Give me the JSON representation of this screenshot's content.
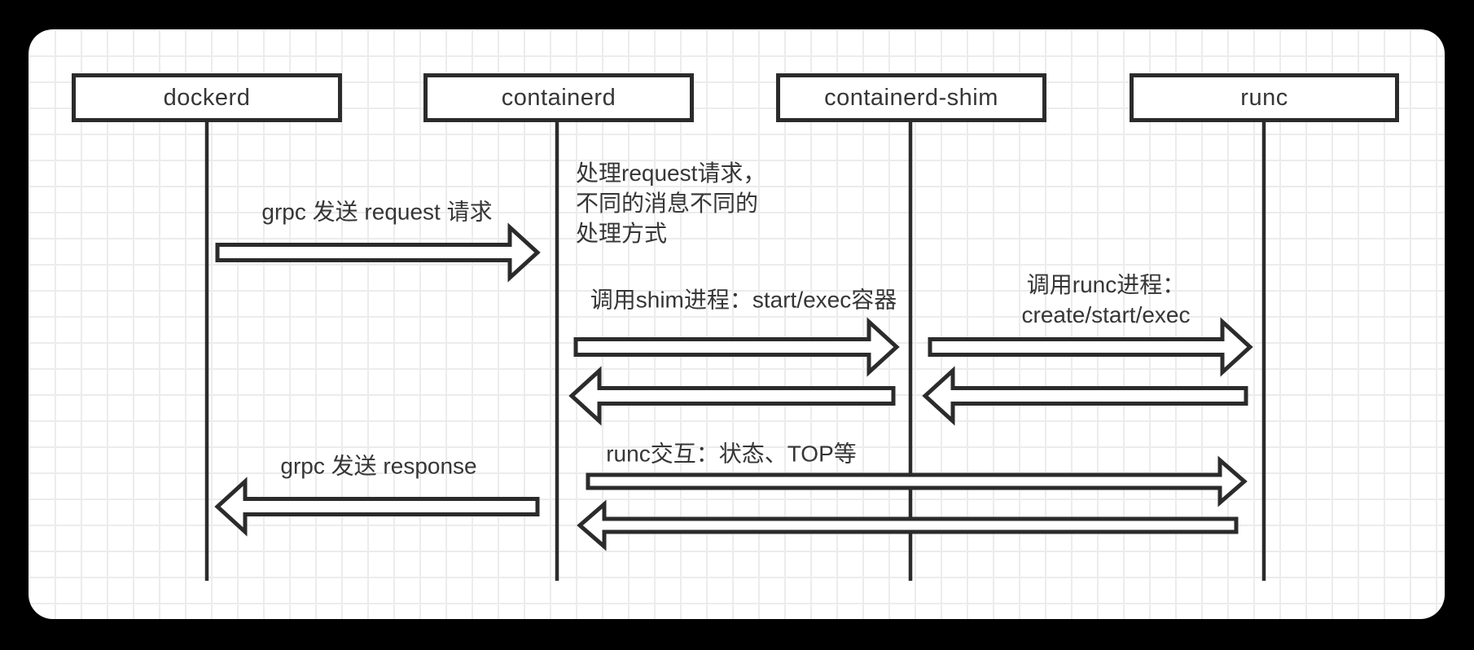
{
  "colors": {
    "background": "#000000",
    "canvas": "#ffffff",
    "grid": "#ececec",
    "stroke": "#2b2b2b",
    "text": "#363636"
  },
  "actors": [
    {
      "label": "dockerd"
    },
    {
      "label": "containerd"
    },
    {
      "label": "containerd-shim"
    },
    {
      "label": "runc"
    }
  ],
  "labels": {
    "request": "grpc 发送 request 请求",
    "note_line1": "处理request请求，",
    "note_line2": "不同的消息不同的",
    "note_line3": "处理方式",
    "call_shim": "调用shim进程：start/exec容器",
    "call_runc_line1": "调用runc进程：",
    "call_runc_line2": "create/start/exec",
    "runc_interact": "runc交互：状态、TOP等",
    "response": "grpc 发送 response"
  }
}
